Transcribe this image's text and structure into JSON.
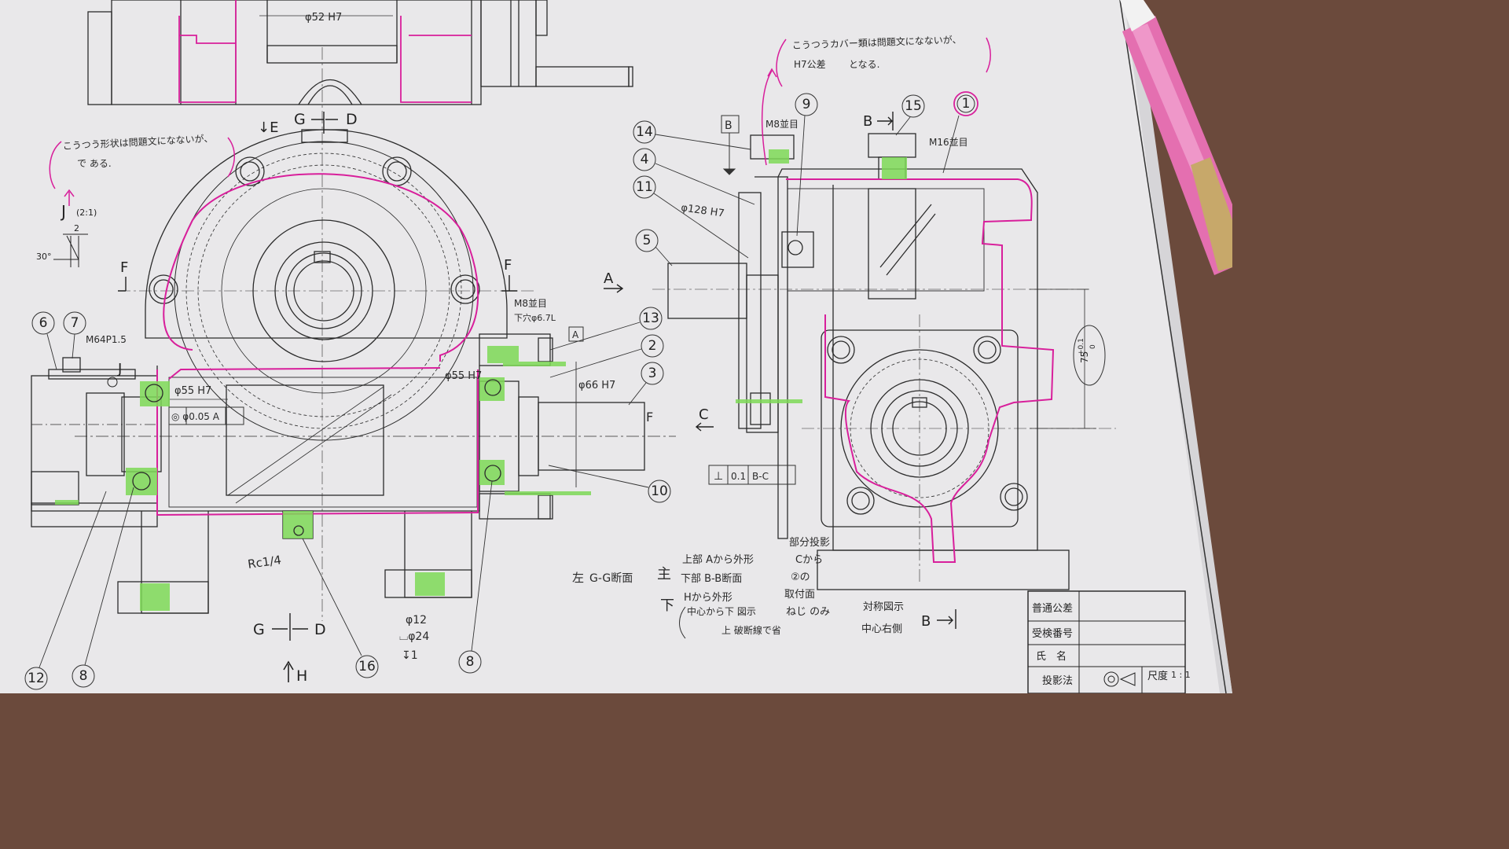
{
  "notes": {
    "top_left_line1": "こうつう形状は問題文になないが、",
    "top_left_line2": "で ある.",
    "top_right_line1": "こうつうカバー類は問題文になないが、",
    "top_right_line2": "H7公差",
    "top_right_line2b": "となる."
  },
  "view_labels": {
    "E": "↓E",
    "G_D_top_G": "G",
    "G_D_top_D": "D",
    "G_D_bottom_G": "G",
    "G_D_bottom_D": "D",
    "H": "H",
    "A": "A",
    "C": "C",
    "B_top": "B",
    "B_bottom": "B",
    "F_left": "F",
    "F_right": "F",
    "J_marker": "J",
    "J_detail": "J",
    "J_scale": "(2:1)",
    "datum_A": "A",
    "datum_B": "B",
    "F_shaft": "F"
  },
  "dimensions": {
    "phi52": "φ52 H7",
    "phi128": "φ128 H7",
    "phi55_left": "φ55 H7",
    "phi55_right": "φ55 H7",
    "phi66": "φ66 H7",
    "m8_top": "M8並目",
    "m16": "M16並目",
    "m8_side_1": "M8並目",
    "m8_side_2": "下穴φ6.7L",
    "m64": "M64P1.5",
    "rc": "Rc1/4",
    "phi12": "φ12",
    "phi24": "⌴φ24",
    "depth1": "↧1",
    "tol_75": "75",
    "tol_plus": "+0.1",
    "tol_zero": "0",
    "detail_2": "2",
    "detail_30": "30°",
    "coax_tol": "◎ φ0.05 A",
    "perp_sym": "⊥",
    "perp_val": "0.1",
    "perp_ref": "B-C"
  },
  "balloons": [
    "1",
    "2",
    "3",
    "4",
    "5",
    "6",
    "7",
    "8",
    "8",
    "9",
    "10",
    "11",
    "12",
    "13",
    "14",
    "15",
    "16"
  ],
  "bottom_notes": {
    "left_label": "左",
    "left_text": "G-G断面",
    "main_label": "主",
    "main_1": "上部 Aから外形",
    "main_2": "下部 B-B断面",
    "below_label": "下",
    "below_1": "Hから外形",
    "below_2": "中心から下 図示",
    "below_3": "上 破断線で省",
    "partial_1": "部分投影",
    "partial_2": "Cから",
    "partial_3": "②の",
    "partial_4": "取付面",
    "partial_5": "ねじ のみ",
    "partial_6": "対称図示",
    "partial_7": "中心右側"
  },
  "title_block": {
    "general_tolerance": "普通公差",
    "exam_number": "受検番号",
    "name": "氏　名",
    "projection": "投影法",
    "scale_label": "尺度",
    "scale_value": "1 : 1"
  },
  "colors": {
    "paper": "#e9e8ea",
    "ink": "#2b2b2b",
    "magenta": "#d81f9b",
    "green": "#7ed957",
    "pen_body": "#e46fb0",
    "background": "#6b4a3c"
  }
}
